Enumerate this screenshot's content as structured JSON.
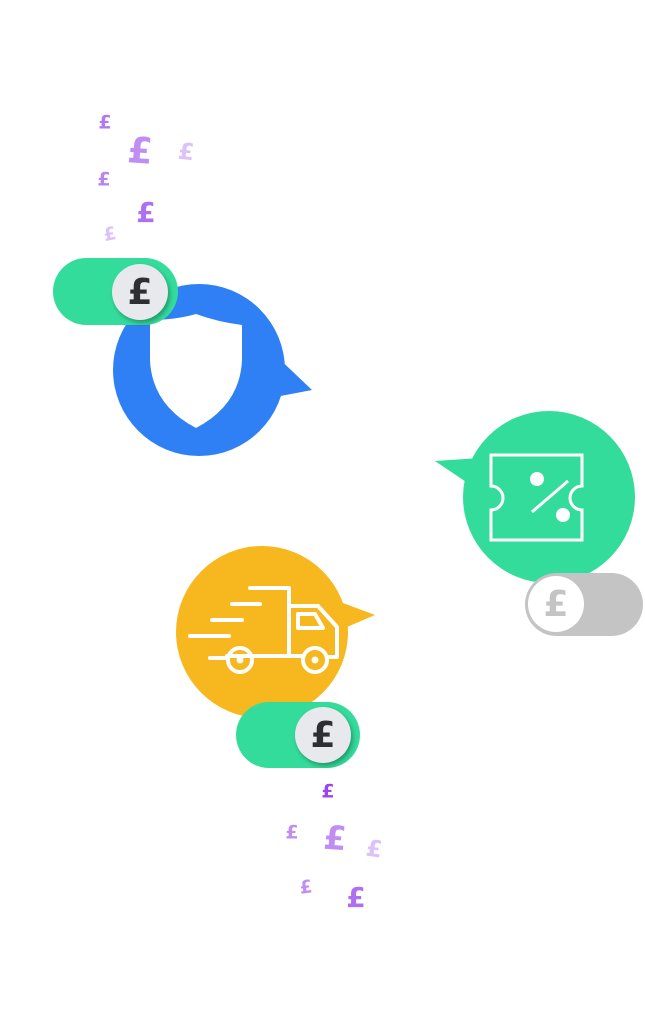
{
  "currency_symbol": "£",
  "colors": {
    "shield_bubble": "#3080f5",
    "discount_bubble": "#34dc9c",
    "delivery_bubble": "#f7b71e",
    "toggle_on": "#34dc9c",
    "toggle_off": "#c4c4c4",
    "pound_purple": "#a866f0"
  },
  "toggles": [
    {
      "name": "protection",
      "state": "on"
    },
    {
      "name": "discount",
      "state": "off"
    },
    {
      "name": "delivery",
      "state": "on"
    }
  ]
}
